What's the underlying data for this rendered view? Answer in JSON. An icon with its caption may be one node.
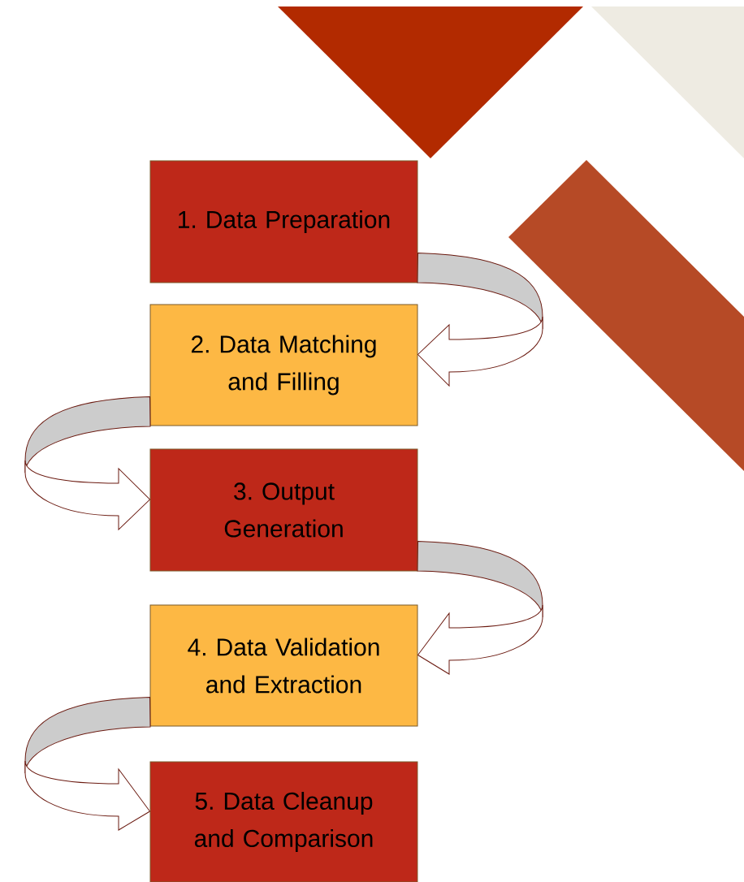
{
  "diagram": {
    "nodes": [
      {
        "text": [
          "1. Data Preparation"
        ]
      },
      {
        "text": [
          "2. Data Matching and Filling"
        ]
      },
      {
        "text": [
          "3. Output Generation"
        ]
      },
      {
        "text": [
          "4. Data Validation and Extraction"
        ]
      },
      {
        "text": [
          "5. Data Cleanup and Comparison"
        ]
      }
    ],
    "edges": [
      {
        "from": 0,
        "to": 1,
        "arrow": "to"
      },
      {
        "from": 1,
        "to": 2,
        "arrow": "to"
      },
      {
        "from": 2,
        "to": 3,
        "arrow": "to"
      },
      {
        "from": 3,
        "to": 4,
        "arrow": "to"
      }
    ]
  }
}
